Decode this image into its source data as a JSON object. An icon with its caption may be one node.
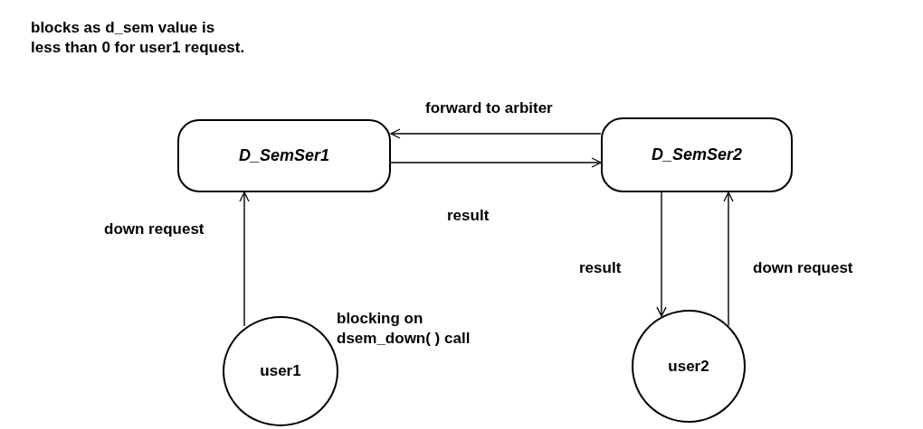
{
  "diagram": {
    "nodes": [
      {
        "text": [
          "D_SemSer1"
        ]
      },
      {
        "text": [
          "D_SemSer2"
        ]
      },
      {
        "text": [
          "user1"
        ]
      },
      {
        "text": [
          "user2"
        ]
      }
    ],
    "edges": [
      {
        "from": 1,
        "to": 0,
        "arrow": "to",
        "label": "forward to arbiter"
      },
      {
        "from": 0,
        "to": 1,
        "arrow": "to",
        "label": "result"
      },
      {
        "from": 2,
        "to": 0,
        "arrow": "to",
        "label": "down request"
      },
      {
        "from": 1,
        "to": 3,
        "arrow": "to",
        "label": "result"
      },
      {
        "from": 3,
        "to": 1,
        "arrow": "to",
        "label": "down request"
      }
    ],
    "labels": [
      "blocks as d_sem value is less than 0 for user1 request.",
      "blocking on dsem_down( ) call"
    ]
  }
}
